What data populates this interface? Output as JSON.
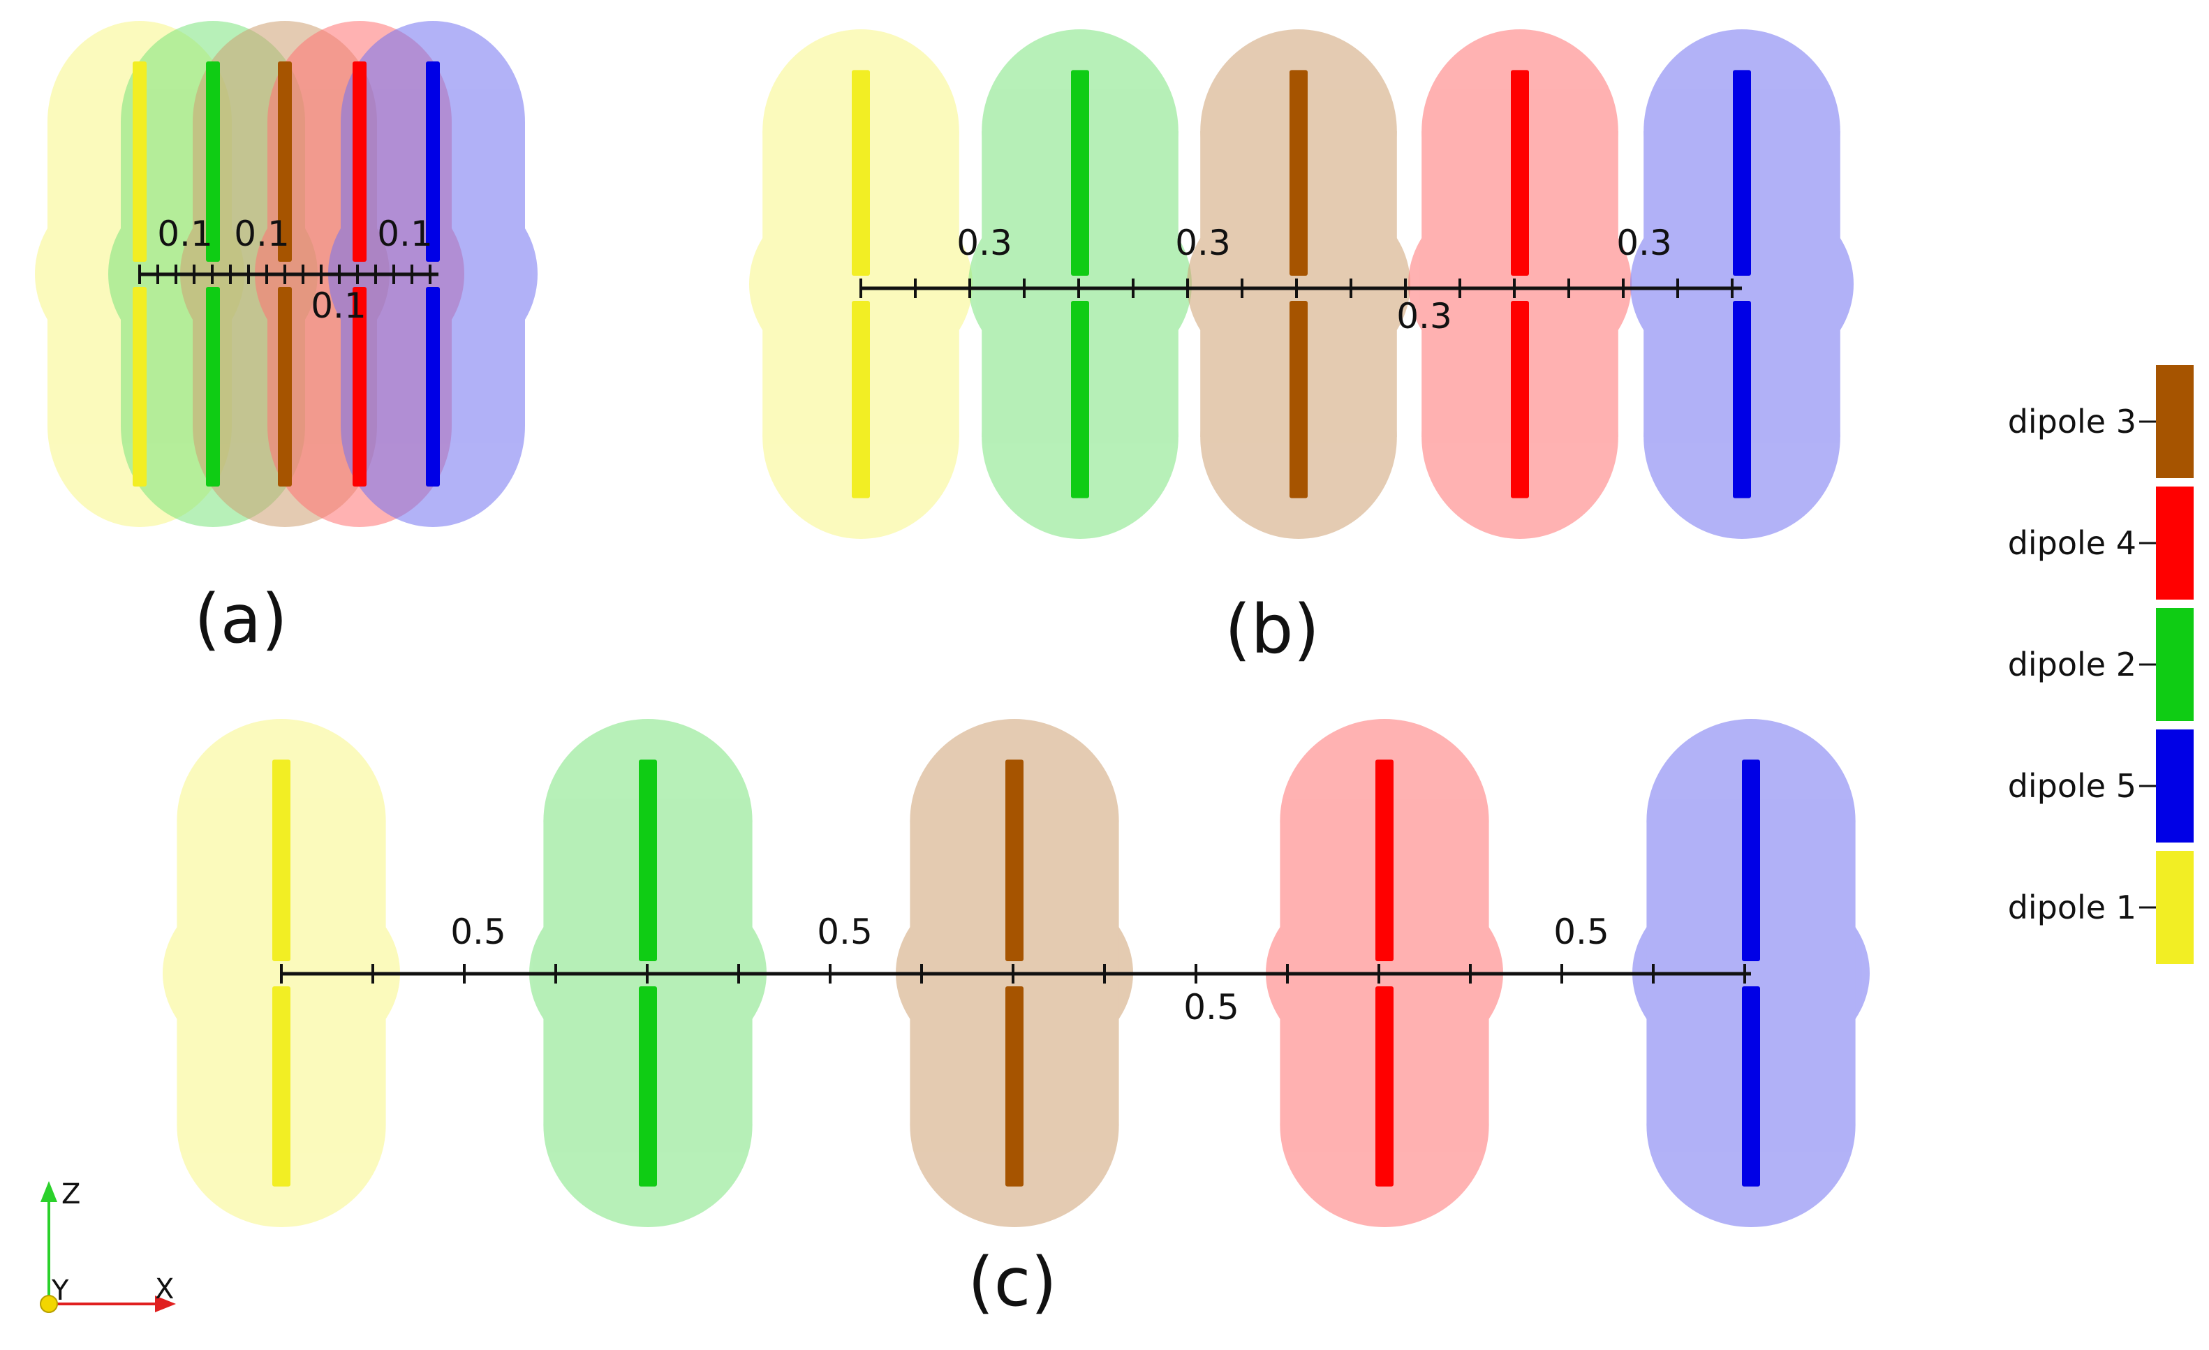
{
  "colors": {
    "dipole_1": "#f2ee24",
    "dipole_2": "#0fcc14",
    "dipole_3": "#a65400",
    "dipole_4": "#ff0000",
    "dipole_5": "#0000e6"
  },
  "panels": [
    {
      "label": "(a)",
      "tick_value": "0.1",
      "layout": "overlapping"
    },
    {
      "label": "(b)",
      "tick_value": "0.3",
      "layout": "adjacent"
    },
    {
      "label": "(c)",
      "tick_value": "0.5",
      "layout": "separated"
    }
  ],
  "legend": [
    {
      "label": "dipole 3",
      "color_key": "dipole_3"
    },
    {
      "label": "dipole 4",
      "color_key": "dipole_4"
    },
    {
      "label": "dipole 2",
      "color_key": "dipole_2"
    },
    {
      "label": "dipole 5",
      "color_key": "dipole_5"
    },
    {
      "label": "dipole 1",
      "color_key": "dipole_1"
    }
  ],
  "axes_triad": {
    "z": "Z",
    "y": "Y",
    "x": "X"
  },
  "dipole_order": [
    "dipole_1",
    "dipole_2",
    "dipole_3",
    "dipole_4",
    "dipole_5"
  ]
}
